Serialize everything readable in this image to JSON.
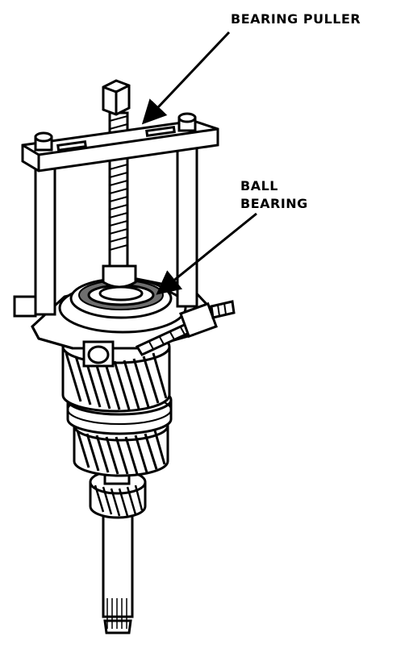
{
  "labels": {
    "bearing_puller": "BEARING PULLER",
    "ball_bearing_line1": "BALL",
    "ball_bearing_line2": "BEARING"
  },
  "colors": {
    "ink": "#000000",
    "paper": "#ffffff",
    "shade": "#6e6e6e"
  }
}
